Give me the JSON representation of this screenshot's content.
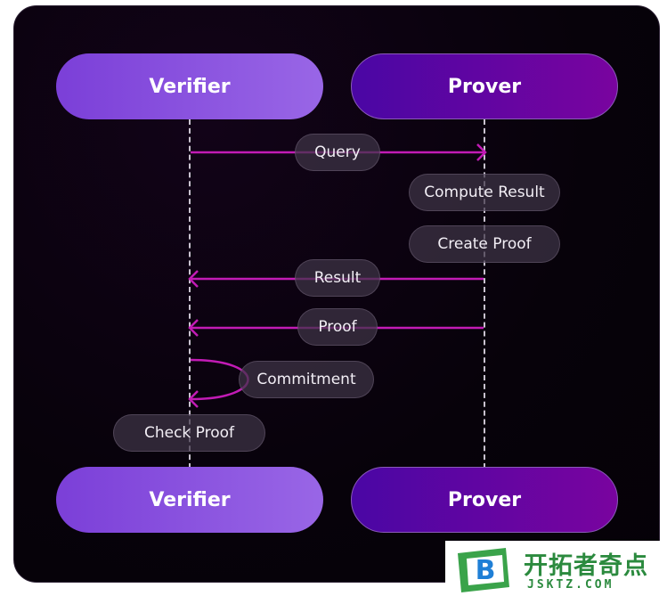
{
  "actors": {
    "top_left": "Verifier",
    "top_right": "Prover",
    "bottom_left": "Verifier",
    "bottom_right": "Prover"
  },
  "messages": {
    "query": "Query",
    "compute_result": "Compute Result",
    "create_proof": "Create Proof",
    "result": "Result",
    "proof": "Proof",
    "commitment": "Commitment",
    "check_proof": "Check Proof"
  },
  "watermark": {
    "logo_letter": "B",
    "title": "开拓者奇点",
    "subtitle": "JSKTZ.COM"
  },
  "colors": {
    "arrow": "#c21bb5",
    "verifier": "#8a52df",
    "prover": "#5e05a3"
  }
}
